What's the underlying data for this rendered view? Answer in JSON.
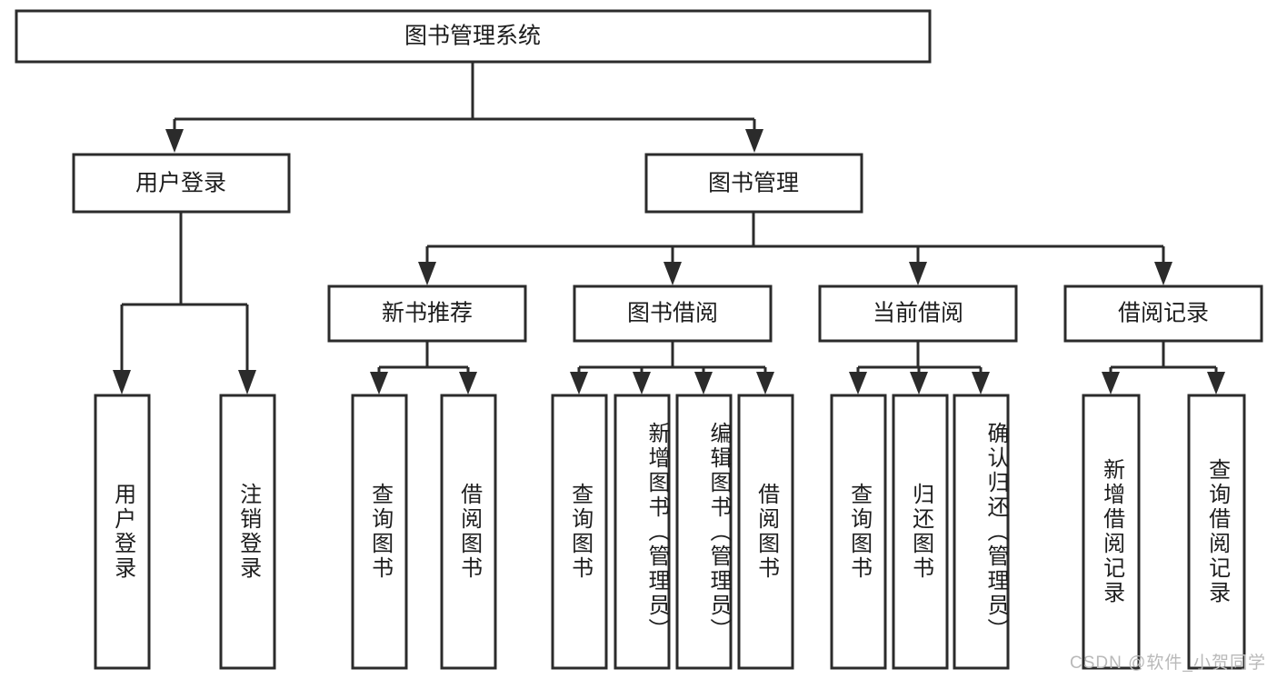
{
  "diagram": {
    "title": "图书管理系统",
    "type": "tree",
    "watermark": "CSDN @软件_小贺同学",
    "colors": {
      "stroke": "#2b2b2b",
      "fill": "#ffffff",
      "text": "#1d1d1d",
      "watermark": "#b9b9b9"
    },
    "levels": {
      "root": {
        "label": "图书管理系统"
      },
      "level2": [
        {
          "id": "user-login",
          "label": "用户登录"
        },
        {
          "id": "book-manage",
          "label": "图书管理"
        }
      ],
      "level3": [
        {
          "id": "new-book-recommend",
          "label": "新书推荐",
          "parent": "book-manage"
        },
        {
          "id": "book-borrow",
          "label": "图书借阅",
          "parent": "book-manage"
        },
        {
          "id": "current-borrow",
          "label": "当前借阅",
          "parent": "book-manage"
        },
        {
          "id": "borrow-record",
          "label": "借阅记录",
          "parent": "book-manage"
        }
      ],
      "leaves": [
        {
          "id": "leaf-user-login",
          "label": "用户登录",
          "parent": "user-login"
        },
        {
          "id": "leaf-logout-login",
          "label": "注销登录",
          "parent": "user-login"
        },
        {
          "id": "leaf-query-book-1",
          "label": "查询图书",
          "parent": "new-book-recommend"
        },
        {
          "id": "leaf-borrow-book-1",
          "label": "借阅图书",
          "parent": "new-book-recommend"
        },
        {
          "id": "leaf-query-book-2",
          "label": "查询图书",
          "parent": "book-borrow"
        },
        {
          "id": "leaf-add-book-admin",
          "label": "新增图书（管理员）",
          "parent": "book-borrow"
        },
        {
          "id": "leaf-edit-book-admin",
          "label": "编辑图书（管理员）",
          "parent": "book-borrow"
        },
        {
          "id": "leaf-borrow-book-2",
          "label": "借阅图书",
          "parent": "book-borrow"
        },
        {
          "id": "leaf-query-book-3",
          "label": "查询图书",
          "parent": "current-borrow"
        },
        {
          "id": "leaf-return-book",
          "label": "归还图书",
          "parent": "current-borrow"
        },
        {
          "id": "leaf-confirm-return-admin",
          "label": "确认归还（管理员）",
          "parent": "current-borrow"
        },
        {
          "id": "leaf-add-borrow-record",
          "label": "新增借阅记录",
          "parent": "borrow-record"
        },
        {
          "id": "leaf-query-borrow-record",
          "label": "查询借阅记录",
          "parent": "borrow-record"
        }
      ]
    }
  }
}
